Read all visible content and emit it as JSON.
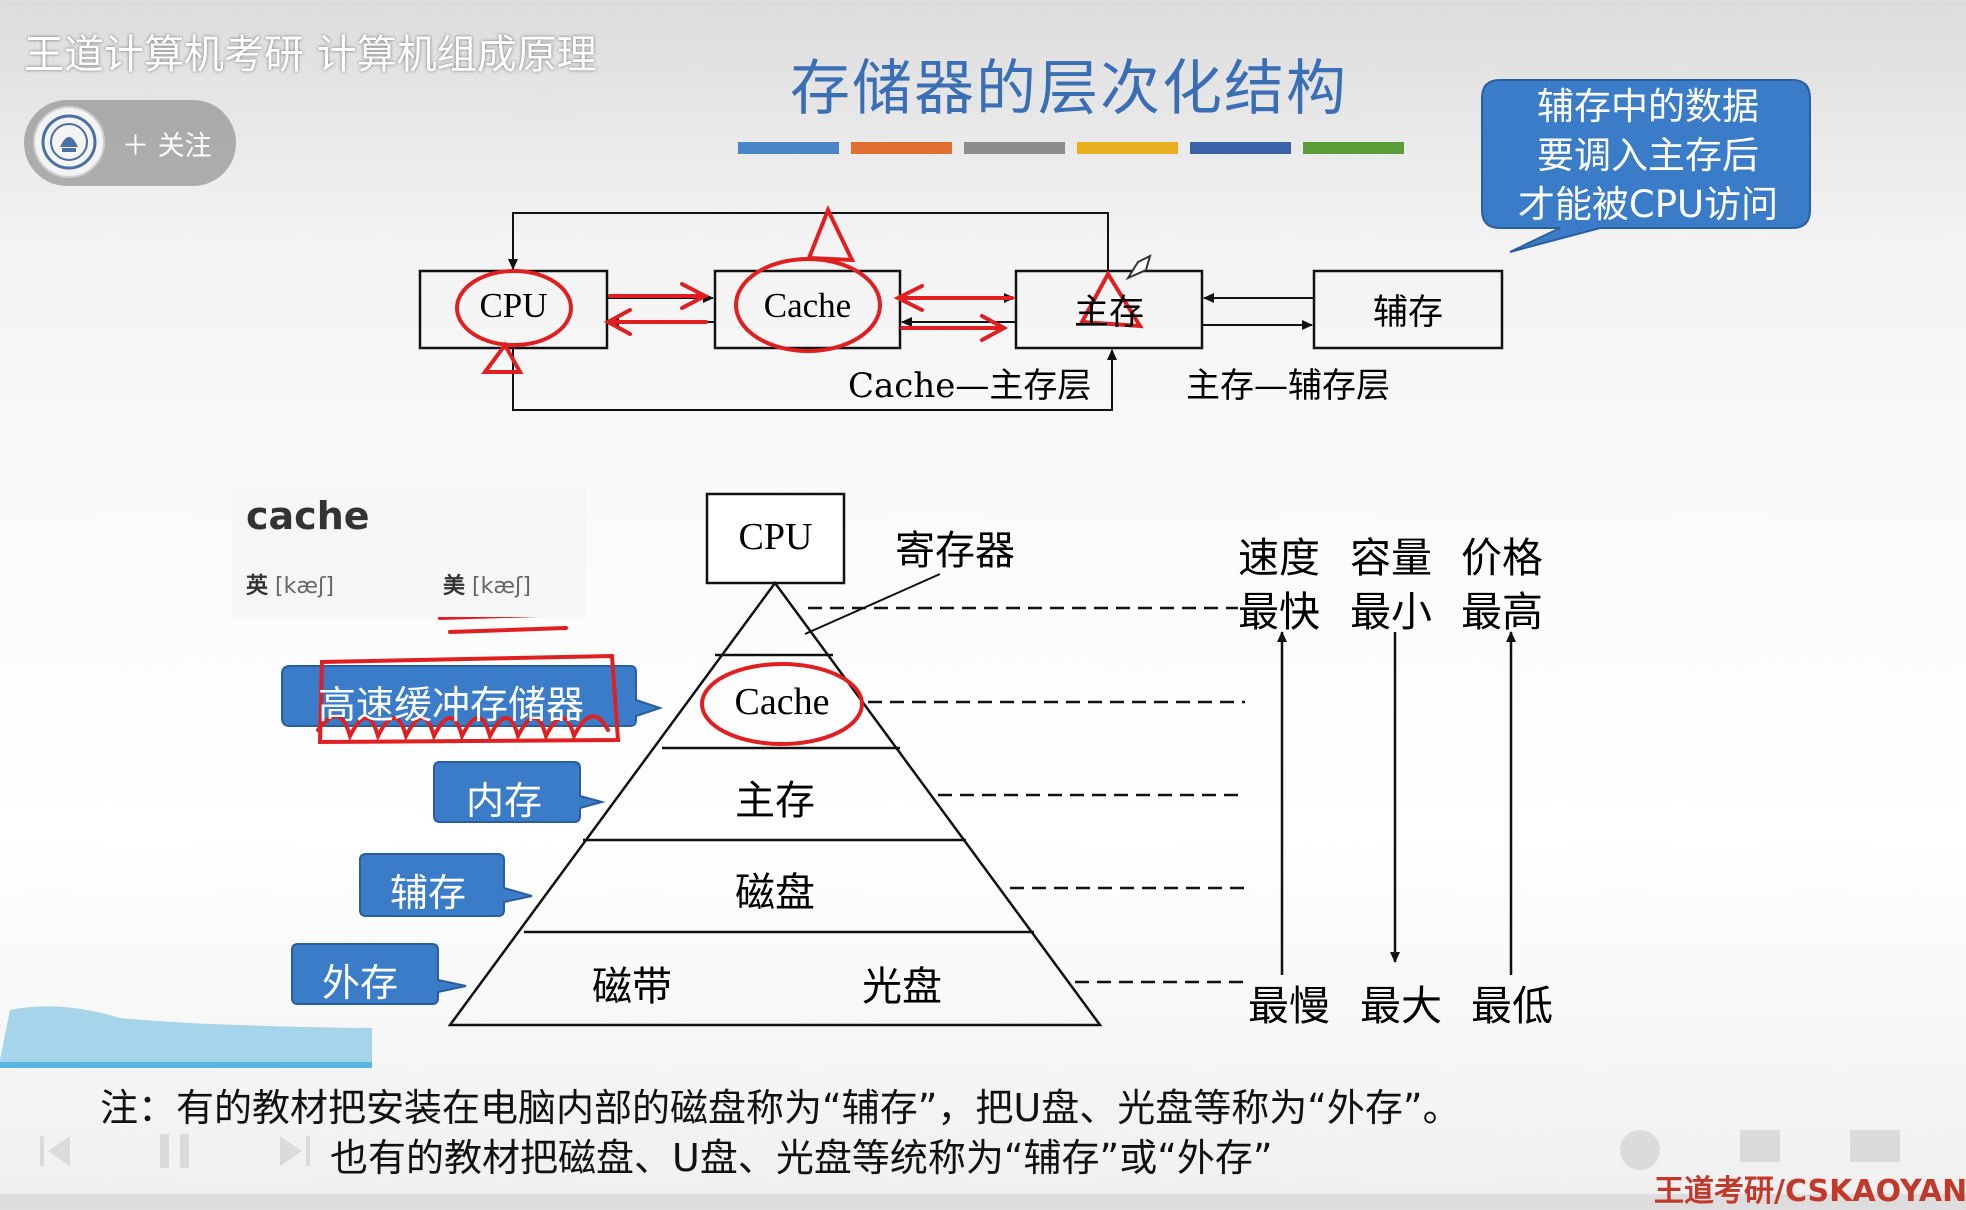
{
  "video": {
    "title": "王道计算机考研 计算机组成原理",
    "follow_label": "＋ 关注"
  },
  "slide": {
    "title": "存储器的层次化结构",
    "title_bar_colors": [
      "#4a86c5",
      "#e07030",
      "#8c8c8c",
      "#e8b020",
      "#3a62a8",
      "#5a9e3a"
    ],
    "callout": {
      "lines": [
        "辅存中的数据",
        "要调入主存后",
        "才能被CPU访问"
      ],
      "color": "#3a7cc8"
    }
  },
  "top_diagram": {
    "boxes": {
      "cpu": "CPU",
      "cache": "Cache",
      "main": "主存",
      "aux": "辅存"
    },
    "layer_labels": {
      "cache_main": "Cache—主存层",
      "main_aux": "主存—辅存层"
    }
  },
  "dictionary_popup": {
    "word": "cache",
    "uk_label": "英",
    "uk_phonetic": "[kæʃ]",
    "us_label": "美",
    "us_phonetic": "[kæʃ]"
  },
  "pyramid": {
    "apex": "CPU",
    "register_label": "寄存器",
    "levels": {
      "cache": "Cache",
      "main": "主存",
      "disk": "磁盘",
      "tape": "磁带",
      "optical": "光盘"
    },
    "tags": {
      "cache_tag": "高速缓冲存储器",
      "main_tag": "内存",
      "aux_tag": "辅存",
      "ext_tag": "外存"
    },
    "columns": {
      "speed": {
        "header": "速度",
        "top": "最快",
        "bottom": "最慢"
      },
      "capacity": {
        "header": "容量",
        "top": "最小",
        "bottom": "最大"
      },
      "price": {
        "header": "价格",
        "top": "最高",
        "bottom": "最低"
      }
    }
  },
  "note": {
    "line1": "注：有的教材把安装在电脑内部的磁盘称为“辅存”，把U盘、光盘等称为“外存”。",
    "line2": "也有的教材把磁盘、U盘、光盘等统称为“辅存”或“外存”"
  },
  "watermark": "王道考研/CSKAOYAN.COM",
  "colors": {
    "accent_blue": "#3a7cc8",
    "annotation_red": "#e02020"
  }
}
